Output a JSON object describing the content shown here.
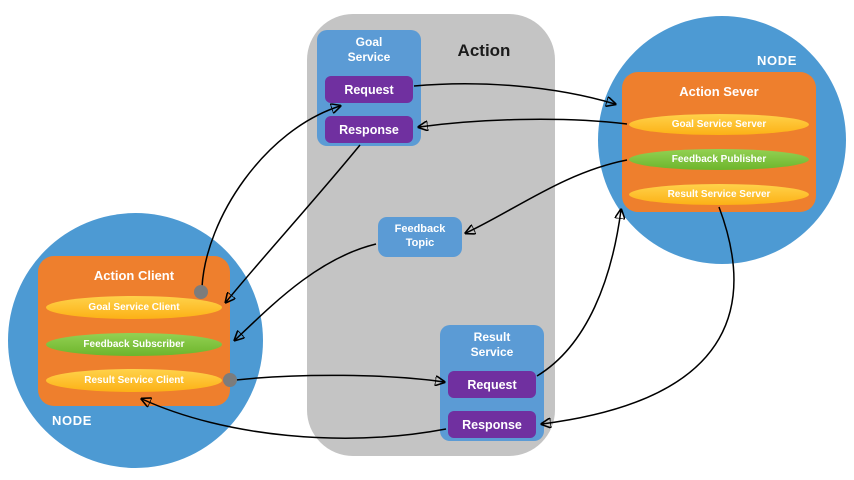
{
  "colors": {
    "background": "#ffffff",
    "action_container": "#c4c4c4",
    "node_circle": "#4d9ad3",
    "server_box": "#ee7f2d",
    "service_box": "#5b9bd5",
    "request_box": "#7030a0",
    "pill_yellow": "#fcb116",
    "pill_green": "#7bc23e",
    "connector": "#000000",
    "junction_dot": "#7c7c7c"
  },
  "action_container": {
    "title": "Action"
  },
  "goal_service": {
    "title": "Goal Service",
    "request_label": "Request",
    "response_label": "Response"
  },
  "feedback_topic": {
    "title": "Feedback Topic"
  },
  "result_service": {
    "title": "Result Service",
    "request_label": "Request",
    "response_label": "Response"
  },
  "client_node": {
    "node_label": "NODE",
    "title": "Action Client",
    "items": [
      {
        "label": "Goal Service Client"
      },
      {
        "label": "Feedback Subscriber"
      },
      {
        "label": "Result Service Client"
      }
    ]
  },
  "server_node": {
    "node_label": "NODE",
    "title": "Action Sever",
    "items": [
      {
        "label": "Goal Service Server"
      },
      {
        "label": "Feedback Publisher"
      },
      {
        "label": "Result Service Server"
      }
    ]
  },
  "connectors": [
    {
      "from": "action-client",
      "to": "goal-service-request"
    },
    {
      "from": "goal-service-request",
      "to": "goal-service-server"
    },
    {
      "from": "goal-service-server",
      "to": "goal-service-response"
    },
    {
      "from": "goal-service-response",
      "to": "action-client"
    },
    {
      "from": "feedback-publisher",
      "to": "feedback-topic"
    },
    {
      "from": "feedback-topic",
      "to": "feedback-subscriber"
    },
    {
      "from": "result-service-client",
      "to": "result-service-request"
    },
    {
      "from": "result-service-request",
      "to": "result-service-server"
    },
    {
      "from": "result-service-server",
      "to": "result-service-response"
    },
    {
      "from": "result-service-response",
      "to": "result-service-client"
    }
  ]
}
